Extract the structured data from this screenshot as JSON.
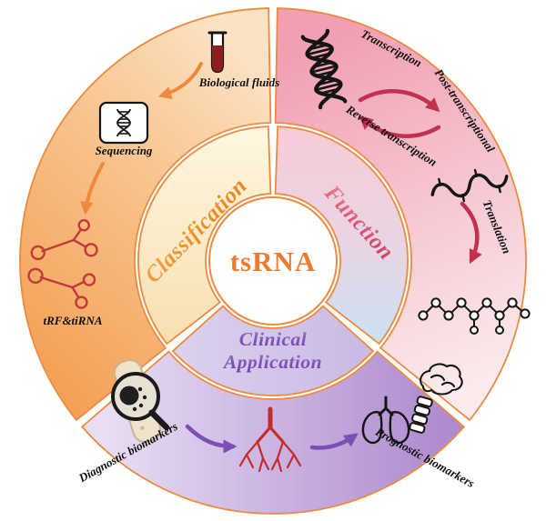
{
  "center": {
    "title": "tsRNA"
  },
  "sections": {
    "classification": {
      "label": "Classification",
      "items": {
        "biological_fluids": "Biological fluids",
        "sequencing": "Sequencing",
        "trf_tirna": "tRF&tiRNA"
      }
    },
    "function": {
      "label": "Function",
      "items": {
        "transcription": "Transcription",
        "post_transcriptional": "Post-transcriptional",
        "reverse_transcription": "Reverse transcription",
        "translation": "Translation"
      }
    },
    "clinical": {
      "label_line1": "Clinical",
      "label_line2": "Application",
      "items": {
        "diagnostic": "Diagnostic biomarkers",
        "prognostic": "Prognostic biomarkers"
      }
    }
  },
  "icons": {
    "classification": [
      "test-tube-icon",
      "sequencer-icon",
      "trna-fragment-icon"
    ],
    "function": [
      "dna-helix-icon",
      "mrna-wave-icon",
      "protein-chain-icon"
    ],
    "clinical": [
      "magnifier-tissue-icon",
      "bronchial-tree-icon",
      "lungs-icon",
      "brain-icon",
      "spine-icon"
    ]
  },
  "colors": {
    "outline": "#ED8A3F",
    "label": "#111111",
    "arrow_orange": "#EE8A3B",
    "arrow_red": "#C2314E",
    "arrow_purple": "#7C4FB5",
    "tsrna": "#EE7B2F",
    "fragment_red": "#C13A3A",
    "tree_red": "#C42B2B",
    "classification_fill_light": "#FCE2C4",
    "classification_fill_dark": "#F4A156",
    "function_fill_light": "#FBEBEC",
    "function_fill_dark": "#F19FB1",
    "clinical_fill_light": "#E9DFF3",
    "clinical_fill_dark": "#AE8BCE"
  }
}
